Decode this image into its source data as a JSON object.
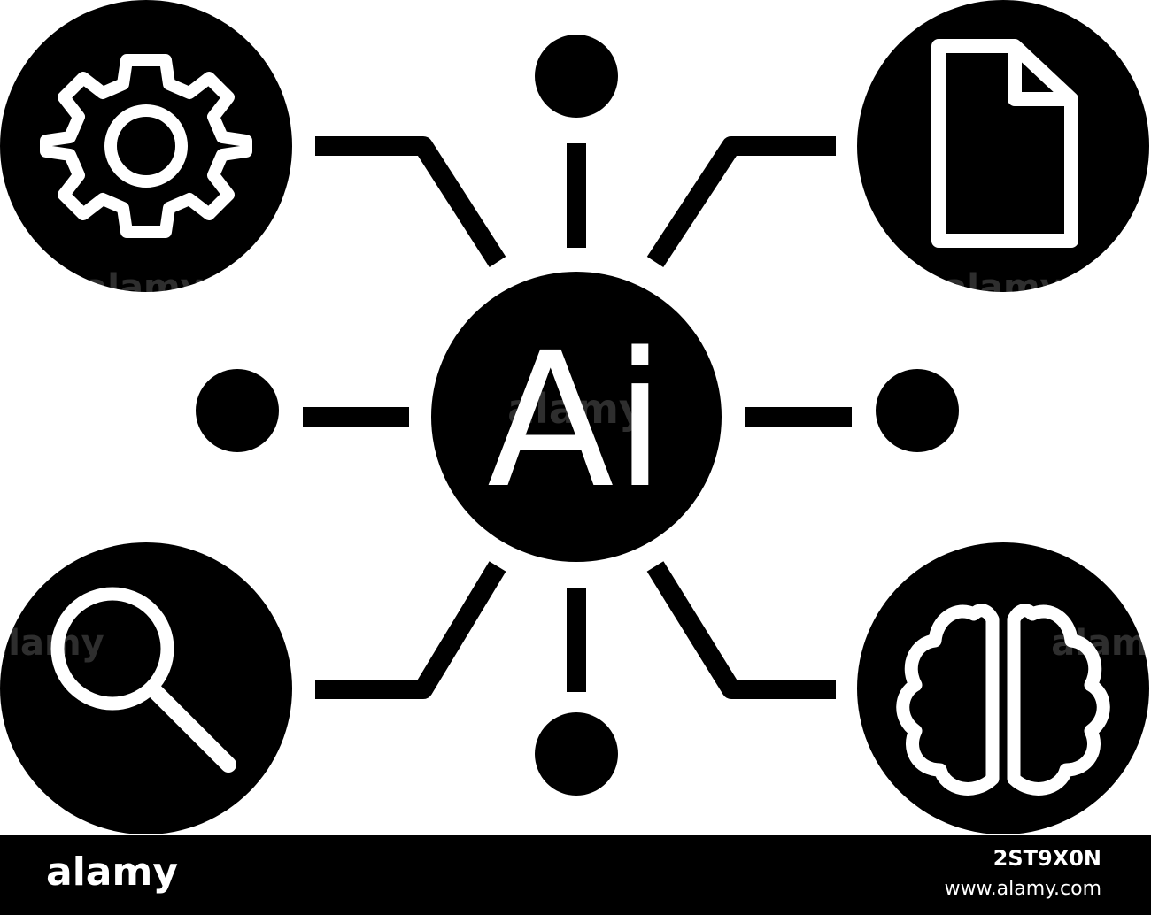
{
  "hub": {
    "label": "Ai"
  },
  "icons": {
    "top_left": "gear-icon",
    "top_right": "document-icon",
    "bottom_left": "magnifier-icon",
    "bottom_right": "brain-icon"
  },
  "watermark": {
    "text": "alamy"
  },
  "footer": {
    "brand": "alamy",
    "image_id": "2ST9X0N",
    "site": "www.alamy.com"
  },
  "colors": {
    "foreground": "#000000",
    "background": "#ffffff"
  }
}
